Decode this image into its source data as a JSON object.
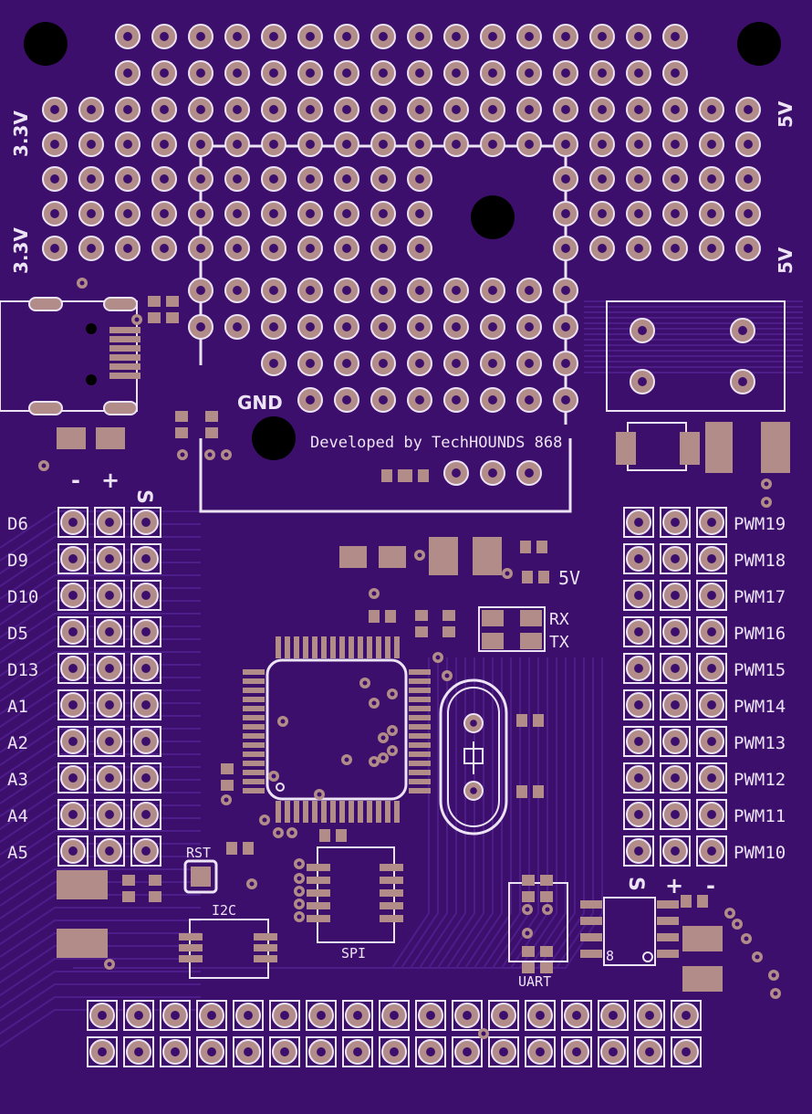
{
  "board": {
    "credit": "Developed by TechHOUNDS 868",
    "gnd_label": "GND",
    "left_power_top": "3.3V",
    "left_power_bottom": "3.3V",
    "right_power_top": "5V",
    "right_power_bottom": "5V",
    "regulator_label": "5V",
    "rx_label": "RX",
    "tx_label": "TX",
    "rst_label": "RST",
    "i2c_label": "I2C",
    "spi_label": "SPI",
    "uart_label": "UART",
    "left_header_signs": [
      "-",
      "+",
      "S"
    ],
    "right_header_signs": [
      "S",
      "+",
      "-"
    ],
    "left_pins": [
      "D6",
      "D9",
      "D10",
      "D5",
      "D13",
      "A1",
      "A2",
      "A3",
      "A4",
      "A5"
    ],
    "right_pins": [
      "PWM19",
      "PWM18",
      "PWM17",
      "PWM16",
      "PWM15",
      "PWM14",
      "PWM13",
      "PWM12",
      "PWM11",
      "PWM10"
    ],
    "ic_marker": "8"
  },
  "colors": {
    "board": "#3d0f6d",
    "trace": "#4a1a85",
    "copper": "#b18c88",
    "silkscreen": "#ece3f4",
    "hole": "#000000"
  }
}
